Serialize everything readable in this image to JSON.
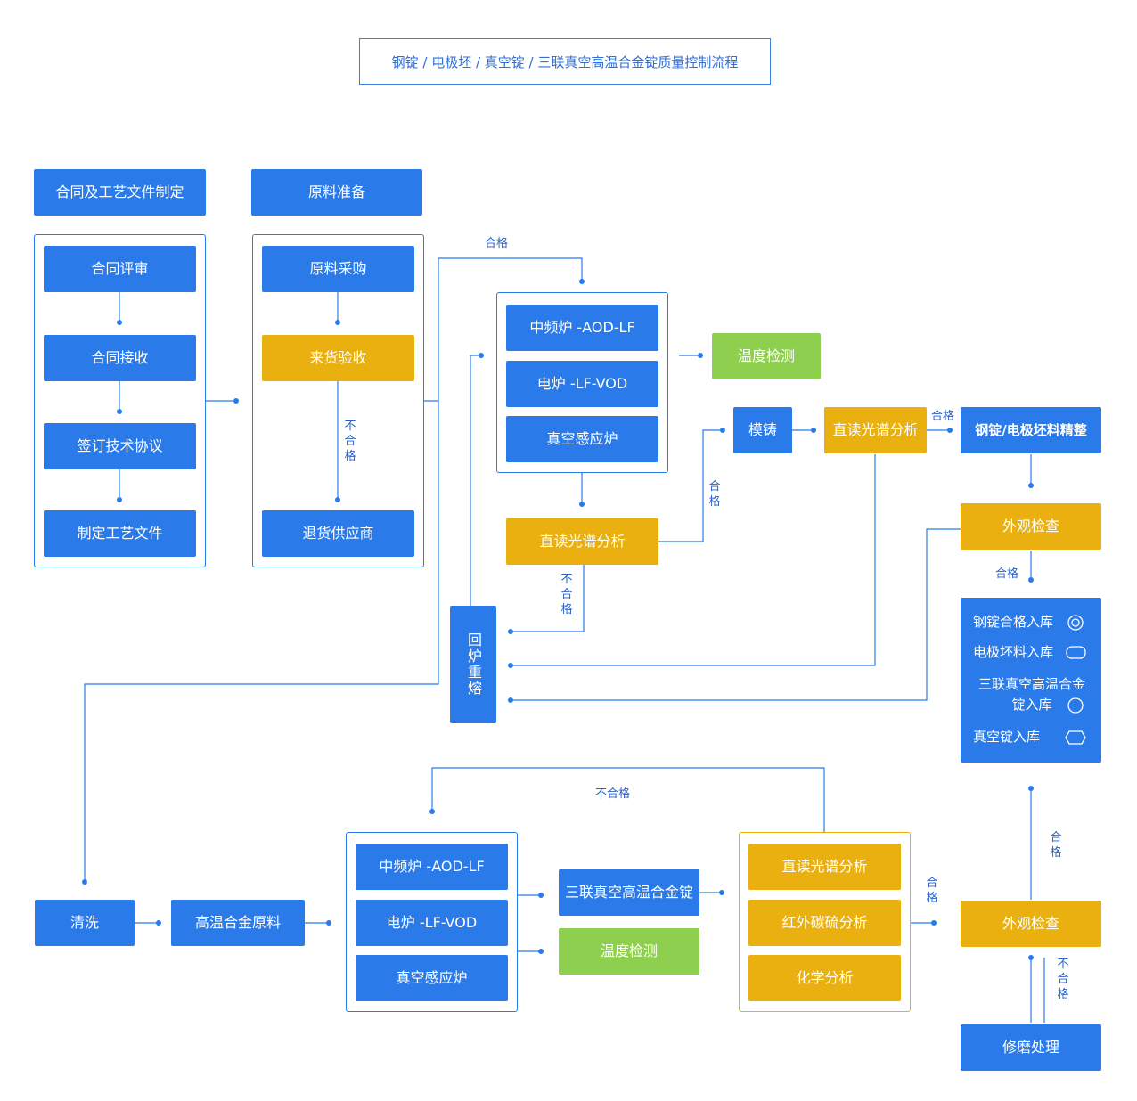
{
  "title": "钢锭 / 电极坯 / 真空锭 / 三联真空高温合金锭质量控制流程",
  "colors": {
    "blue": "#2a7be9",
    "yellow": "#e9b010",
    "green": "#8fcf4f",
    "line": "#2a7be9"
  },
  "contract": {
    "header": "合同及工艺文件制定",
    "steps": [
      "合同评审",
      "合同接收",
      "签订技术协议",
      "制定工艺文件"
    ]
  },
  "material": {
    "header": "原料准备",
    "purchase": "原料采购",
    "inspect": "来货验收",
    "fail_label": "不合格",
    "return": "退货供应商"
  },
  "melting": {
    "pass_label": "合格",
    "furnaces": [
      "中频炉 -AOD-LF",
      "电炉 -LF-VOD",
      "真空感应炉"
    ],
    "temp_check": "温度检测",
    "spectro": "直读光谱分析",
    "spectro_pass": "合格",
    "spectro_fail": "不合格"
  },
  "remelt": "回炉重熔",
  "casting": {
    "mold": "模铸",
    "spectro": "直读光谱分析",
    "pass_label": "合格",
    "finishing": "钢锭/电极坯料精整",
    "visual": "外观检查",
    "visual_pass": "合格"
  },
  "legend": {
    "items": [
      {
        "label": "钢锭合格入库",
        "icon": "double-circle-icon"
      },
      {
        "label": "电极坯料入库",
        "icon": "rounded-rect-icon"
      },
      {
        "label": "三联真空高温合金锭入库",
        "icon": "circle-icon"
      },
      {
        "label": "真空锭入库",
        "icon": "hexagon-icon"
      }
    ]
  },
  "superalloy": {
    "clean": "清洗",
    "raw": "高温合金原料",
    "furnaces": [
      "中频炉 -AOD-LF",
      "电炉 -LF-VOD",
      "真空感应炉"
    ],
    "ingot": "三联真空高温合金锭",
    "temp_check": "温度检测",
    "fail_label": "不合格",
    "analyses": [
      "直读光谱分析",
      "红外碳硫分析",
      "化学分析"
    ],
    "pass_label": "合格",
    "visual": "外观检查",
    "visual_pass": "合格",
    "visual_fail": "不合格",
    "repair": "修磨处理"
  }
}
